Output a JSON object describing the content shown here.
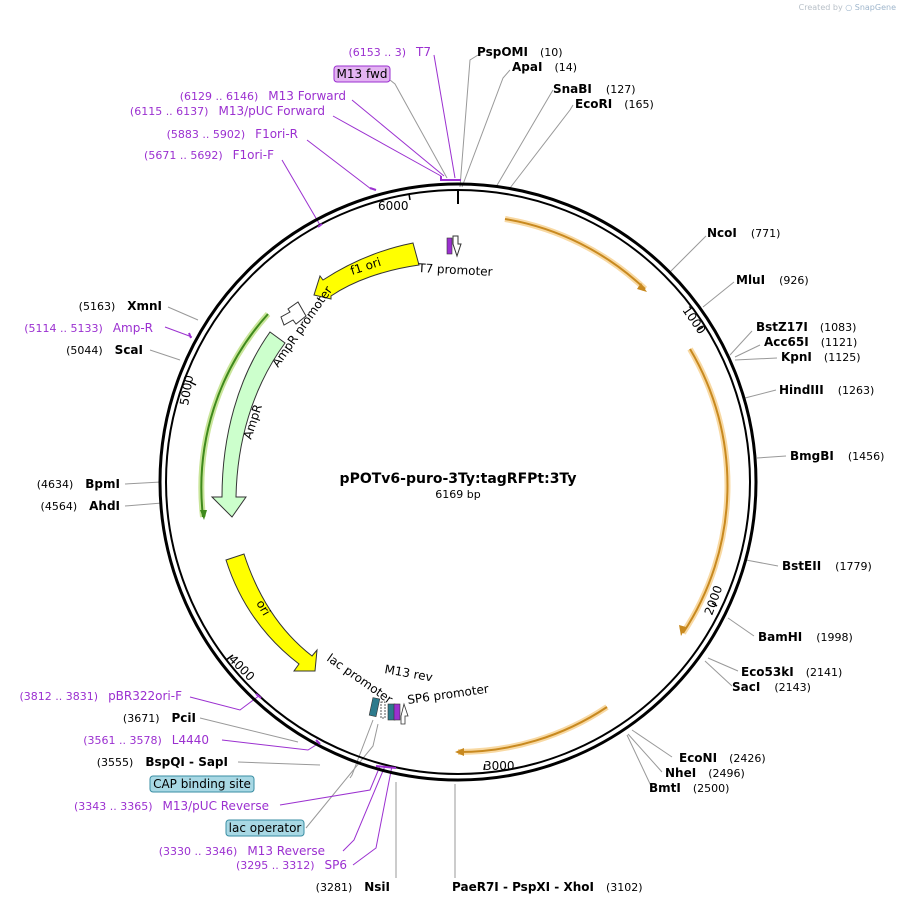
{
  "credit": {
    "prefix": "Created by",
    "brand": "SnapGene"
  },
  "title": "pPOTv6-puro-3Ty:tagRFPt:3Ty",
  "subtitle": "6169 bp",
  "ticks": [
    "1000",
    "2000",
    "3000",
    "4000",
    "5000",
    "6000"
  ],
  "enzymes": [
    {
      "name": "PspOMI",
      "pos": "(10)"
    },
    {
      "name": "ApaI",
      "pos": "(14)"
    },
    {
      "name": "SnaBI",
      "pos": "(127)"
    },
    {
      "name": "EcoRI",
      "pos": "(165)"
    },
    {
      "name": "NcoI",
      "pos": "(771)"
    },
    {
      "name": "MluI",
      "pos": "(926)"
    },
    {
      "name": "BstZ17I",
      "pos": "(1083)"
    },
    {
      "name": "Acc65I",
      "pos": "(1121)"
    },
    {
      "name": "KpnI",
      "pos": "(1125)"
    },
    {
      "name": "HindIII",
      "pos": "(1263)"
    },
    {
      "name": "BmgBI",
      "pos": "(1456)"
    },
    {
      "name": "BstEII",
      "pos": "(1779)"
    },
    {
      "name": "BamHI",
      "pos": "(1998)"
    },
    {
      "name": "Eco53kI",
      "pos": "(2141)"
    },
    {
      "name": "SacI",
      "pos": "(2143)"
    },
    {
      "name": "EcoNI",
      "pos": "(2426)"
    },
    {
      "name": "NheI",
      "pos": "(2496)"
    },
    {
      "name": "BmtI",
      "pos": "(2500)"
    },
    {
      "name": "PaeR7I - PspXI - XhoI",
      "pos": "(3102)"
    },
    {
      "name": "NsiI",
      "pos": "(3281)"
    },
    {
      "name": "BspQI - SapI",
      "pos": "(3555)"
    },
    {
      "name": "PciI",
      "pos": "(3671)"
    },
    {
      "name": "AhdI",
      "pos": "(4564)"
    },
    {
      "name": "BpmI",
      "pos": "(4634)"
    },
    {
      "name": "ScaI",
      "pos": "(5044)"
    },
    {
      "name": "XmnI",
      "pos": "(5163)"
    }
  ],
  "primers": [
    {
      "name": "T7",
      "pos": "(6153 .. 3)"
    },
    {
      "name": "M13 Forward",
      "pos": "(6129 .. 6146)"
    },
    {
      "name": "M13/pUC Forward",
      "pos": "(6115 .. 6137)"
    },
    {
      "name": "F1ori-R",
      "pos": "(5883 .. 5902)"
    },
    {
      "name": "F1ori-F",
      "pos": "(5671 .. 5692)"
    },
    {
      "name": "Amp-R",
      "pos": "(5114 .. 5133)"
    },
    {
      "name": "pBR322ori-F",
      "pos": "(3812 .. 3831)"
    },
    {
      "name": "L4440",
      "pos": "(3561 .. 3578)"
    },
    {
      "name": "M13/pUC Reverse",
      "pos": "(3343 .. 3365)"
    },
    {
      "name": "M13 Reverse",
      "pos": "(3330 .. 3346)"
    },
    {
      "name": "SP6",
      "pos": "(3295 .. 3312)"
    }
  ],
  "boxed": {
    "m13fwd": "M13 fwd",
    "cap": "CAP binding site",
    "lacop": "lac operator"
  },
  "features": {
    "f1ori": "f1 ori",
    "amprp": "AmpR promoter",
    "ampr": "AmpR",
    "ori": "ori",
    "t7p": "T7 promoter",
    "lacp": "lac promoter",
    "m13rev": "M13 rev",
    "sp6p": "SP6 promoter"
  },
  "colors": {
    "backbone": "#000000",
    "yellow": "#ffff00",
    "amp": "#ccffcc",
    "primer": "#9b30d0",
    "orange_arc": "#c8891f",
    "orange_halo": "#f8d9a3",
    "green_halo": "#c9e59a",
    "box_purple": "#e3b3f2",
    "box_teal": "#a8d8e4"
  }
}
